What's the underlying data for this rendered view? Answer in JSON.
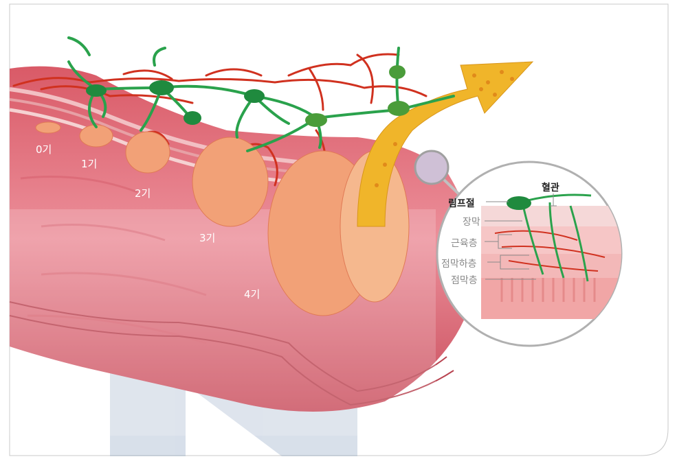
{
  "stages": [
    {
      "label": "0기"
    },
    {
      "label": "1기"
    },
    {
      "label": "2기"
    },
    {
      "label": "3기"
    },
    {
      "label": "4기"
    }
  ],
  "inset": {
    "blood_vessel": "혈관",
    "lymph_node": "림프절",
    "serosa": "장막",
    "muscle_layer": "근육층",
    "submucosa": "점막하층",
    "mucosa": "점막층"
  },
  "colors": {
    "tissue": "#e2707c",
    "blood_vessel": "#d0311f",
    "lymphatic": "#2aa24c",
    "tumor": "#f2a177",
    "arrow": "#f0b52a"
  }
}
